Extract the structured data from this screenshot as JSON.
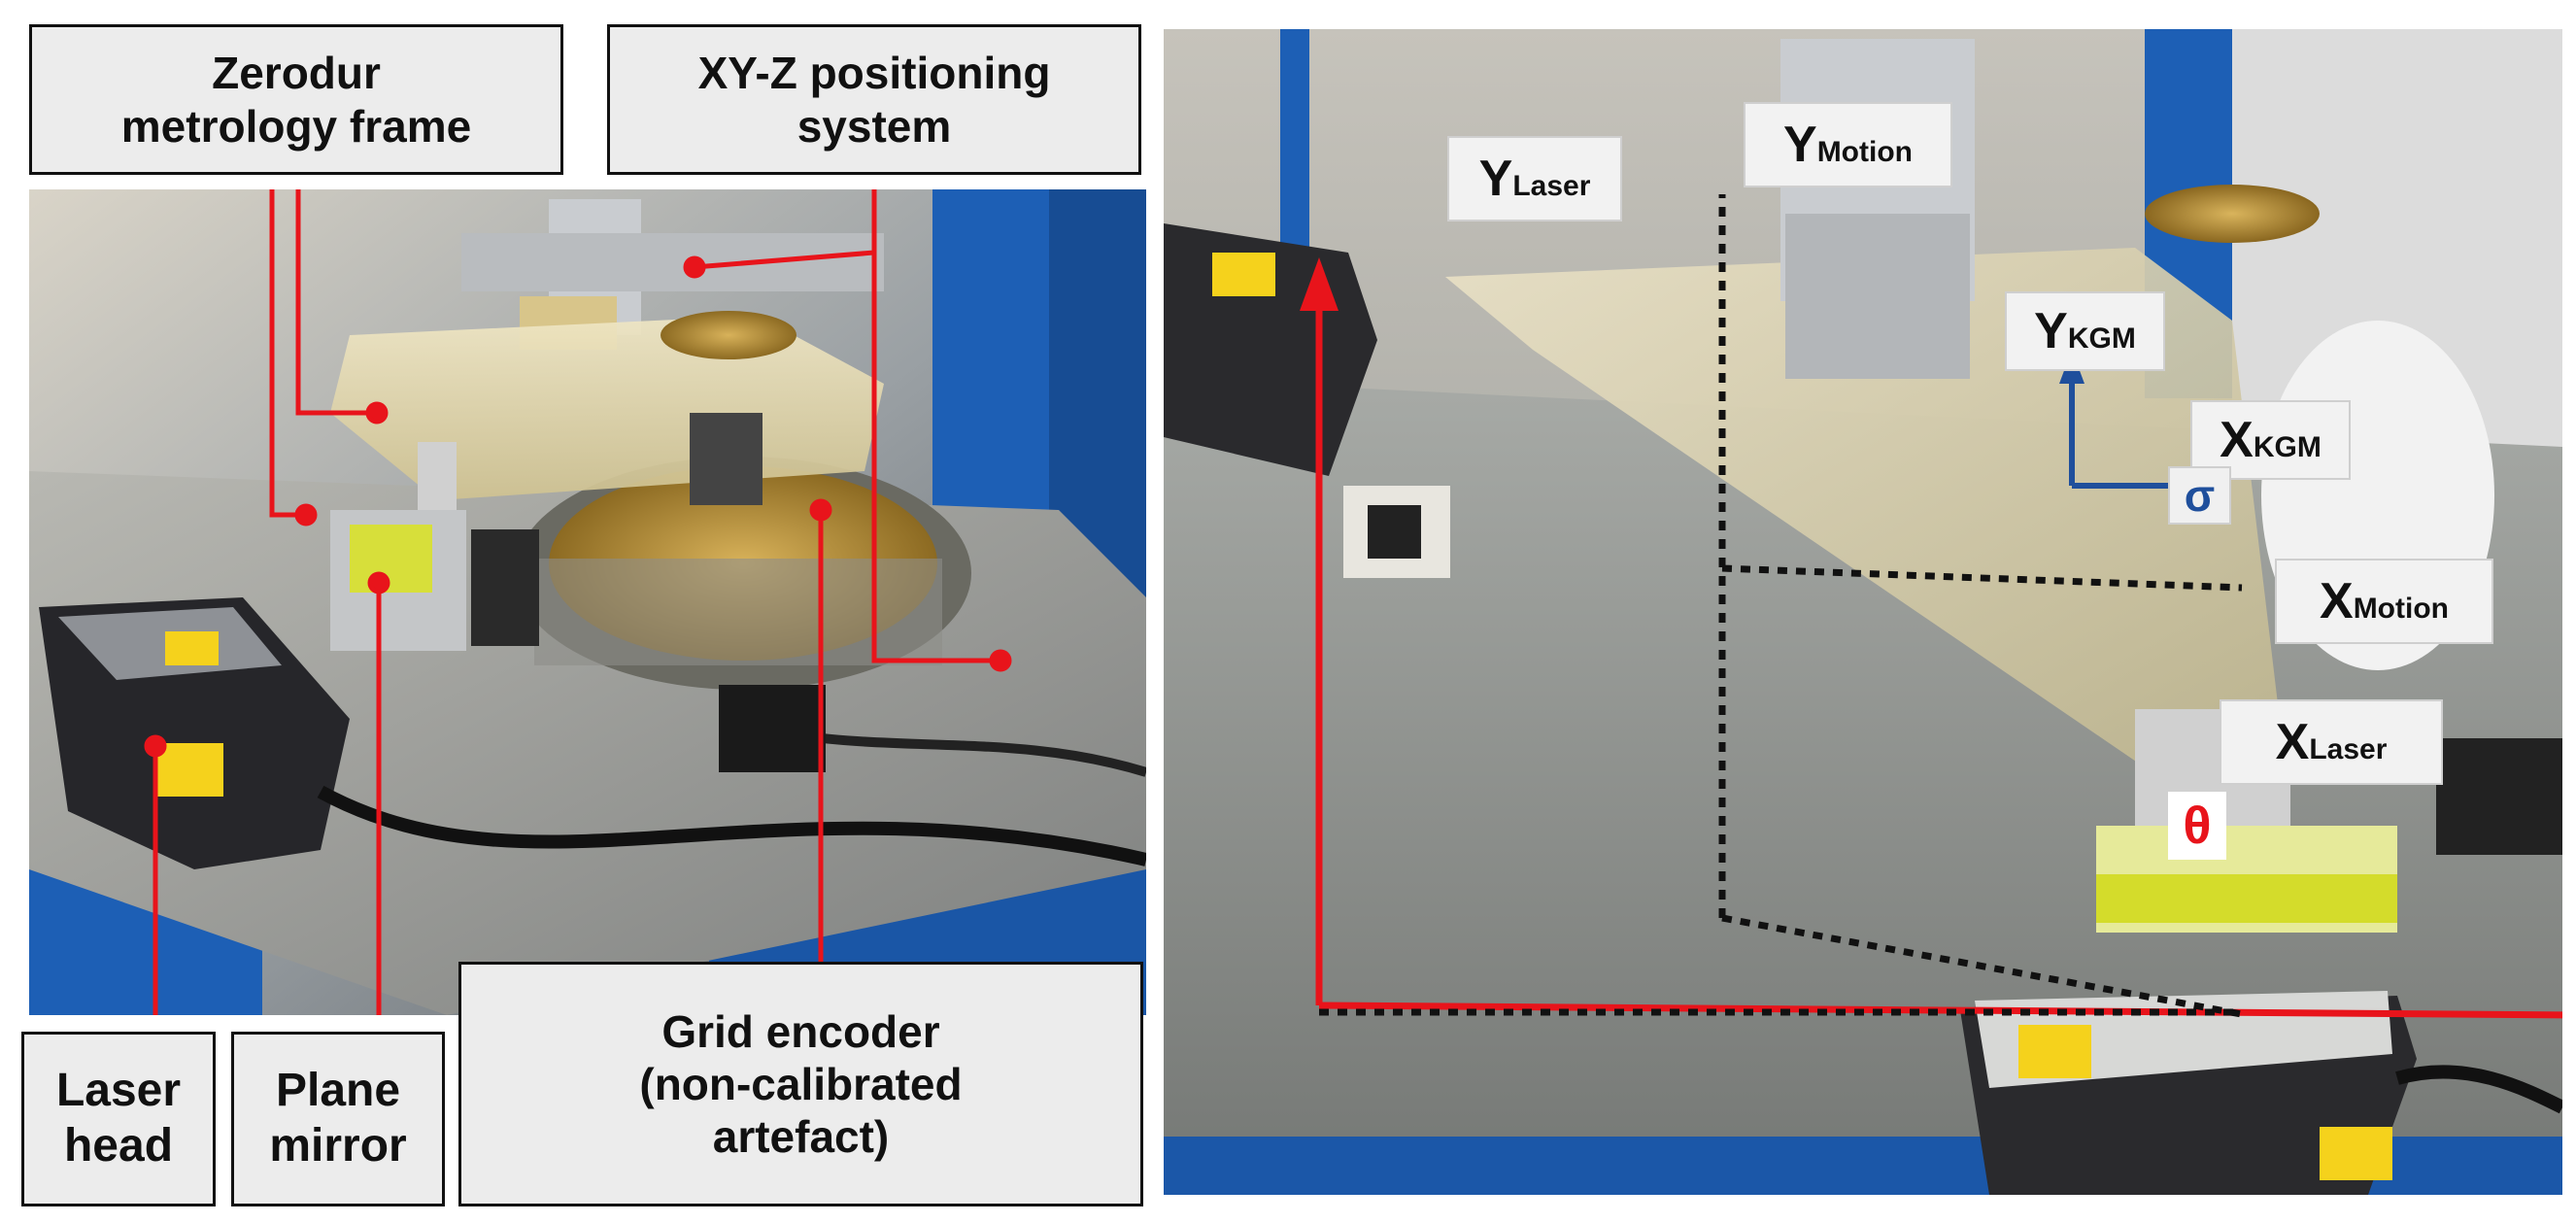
{
  "left_labels": {
    "zerodur": [
      "Zerodur",
      "metrology frame"
    ],
    "xyz": [
      "XY-Z positioning",
      "system"
    ],
    "laser_head": [
      "Laser",
      "head"
    ],
    "plane_mirror": [
      "Plane",
      "mirror"
    ],
    "grid_encoder": [
      "Grid encoder",
      "(non-calibrated",
      "artefact)"
    ]
  },
  "right_labels": {
    "y_laser": {
      "main": "Y",
      "sub": "Laser"
    },
    "y_motion": {
      "main": "Y",
      "sub": "Motion"
    },
    "y_kgm": {
      "main": "Y",
      "sub": "KGM"
    },
    "x_kgm": {
      "main": "X",
      "sub": "KGM"
    },
    "x_motion": {
      "main": "X",
      "sub": "Motion"
    },
    "x_laser": {
      "main": "X",
      "sub": "Laser"
    },
    "sigma": "σ",
    "theta": "θ"
  },
  "colors": {
    "laser_axes": "#e8141b",
    "motion_axes": "#111111",
    "kgm_axes": "#1f4f9c",
    "theta_color": "#e8141b",
    "sigma_color": "#1f4f9c"
  }
}
